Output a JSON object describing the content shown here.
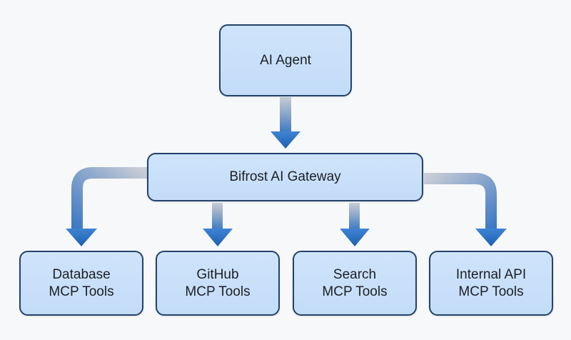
{
  "diagram": {
    "top_node": {
      "label": "AI Agent"
    },
    "gateway_node": {
      "label": "Bifrost AI Gateway"
    },
    "tool_nodes": [
      {
        "line1": "Database",
        "line2": "MCP Tools"
      },
      {
        "line1": "GitHub",
        "line2": "MCP Tools"
      },
      {
        "line1": "Search",
        "line2": "MCP Tools"
      },
      {
        "line1": "Internal API",
        "line2": "MCP Tools"
      }
    ]
  },
  "colors": {
    "node_fill": "#c9e0fa",
    "node_border": "#23426a",
    "arrow_head": "#2c6bbf",
    "arrow_shaft_light": "#c9ced6",
    "background": "#f7f8fa"
  }
}
